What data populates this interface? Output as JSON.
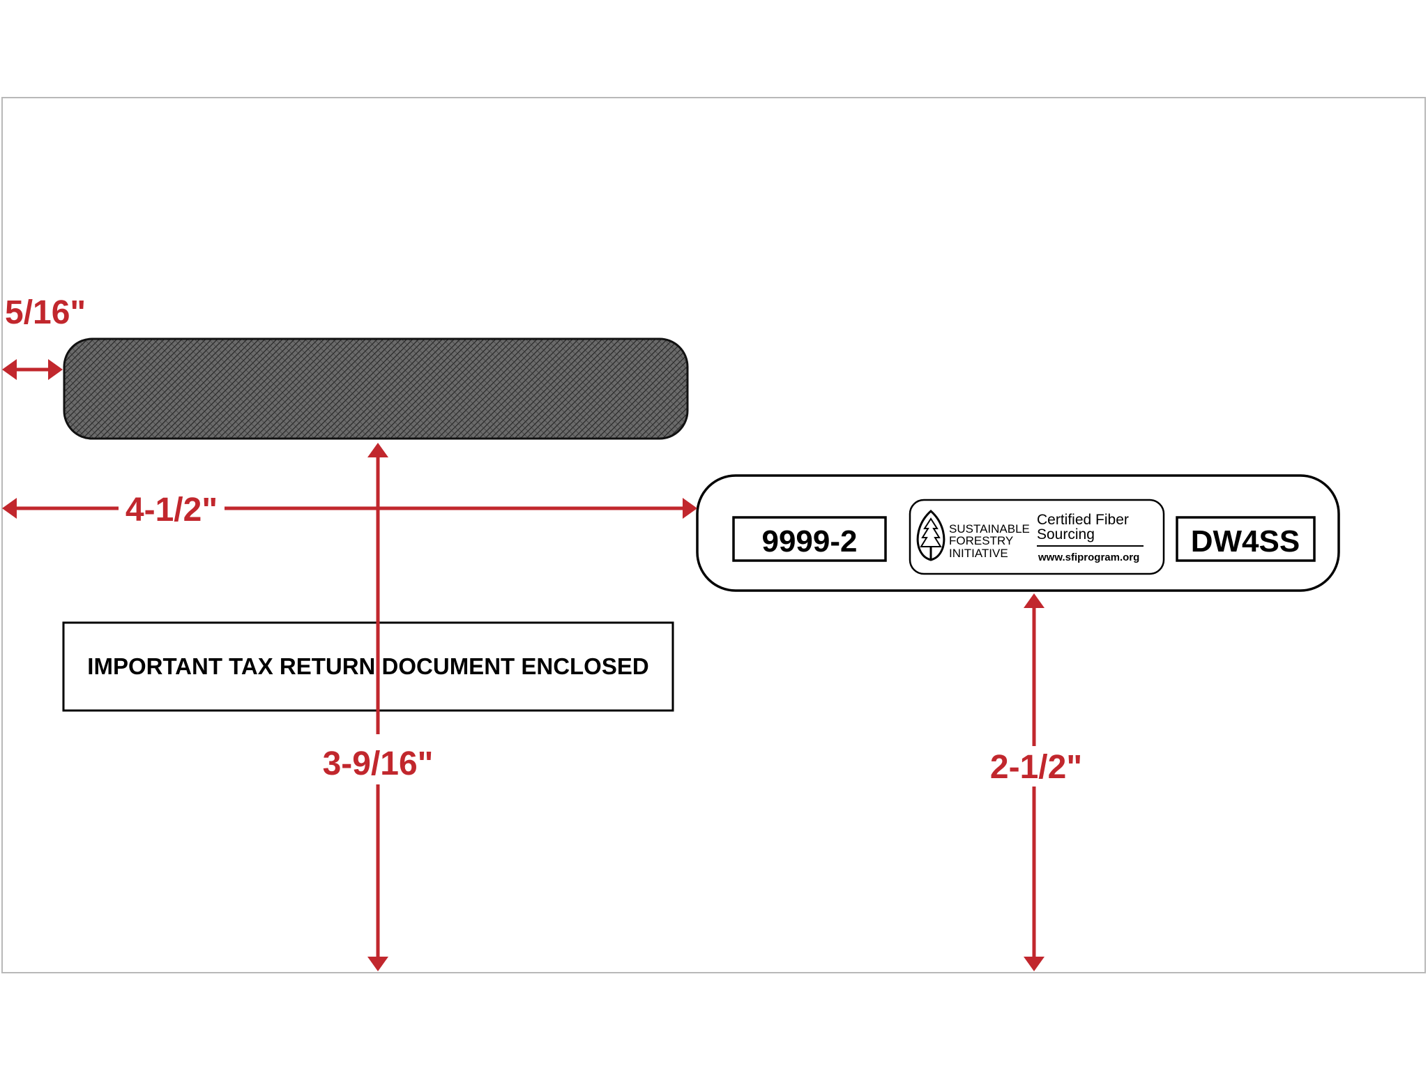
{
  "diagram": {
    "notice": "IMPORTANT TAX RETURN DOCUMENT ENCLOSED",
    "form_number": "9999-2",
    "product_code": "DW4SS",
    "sfi_logo": {
      "line1": "SUSTAINABLE",
      "line2": "FORESTRY",
      "line3": "INITIATIVE",
      "cert_line1": "Certified Fiber",
      "cert_line2": "Sourcing",
      "url": "www.sfiprogram.org"
    },
    "dimensions": {
      "window_left_margin": "5/16\"",
      "return_window_offset": "4-1/2\"",
      "window_bottom_height": "3-9/16\"",
      "return_window_bottom_height": "2-1/2\""
    },
    "colors": {
      "dimension": "#c1272d",
      "outline": "#000000",
      "window_tint": "#4a4a4a"
    }
  }
}
